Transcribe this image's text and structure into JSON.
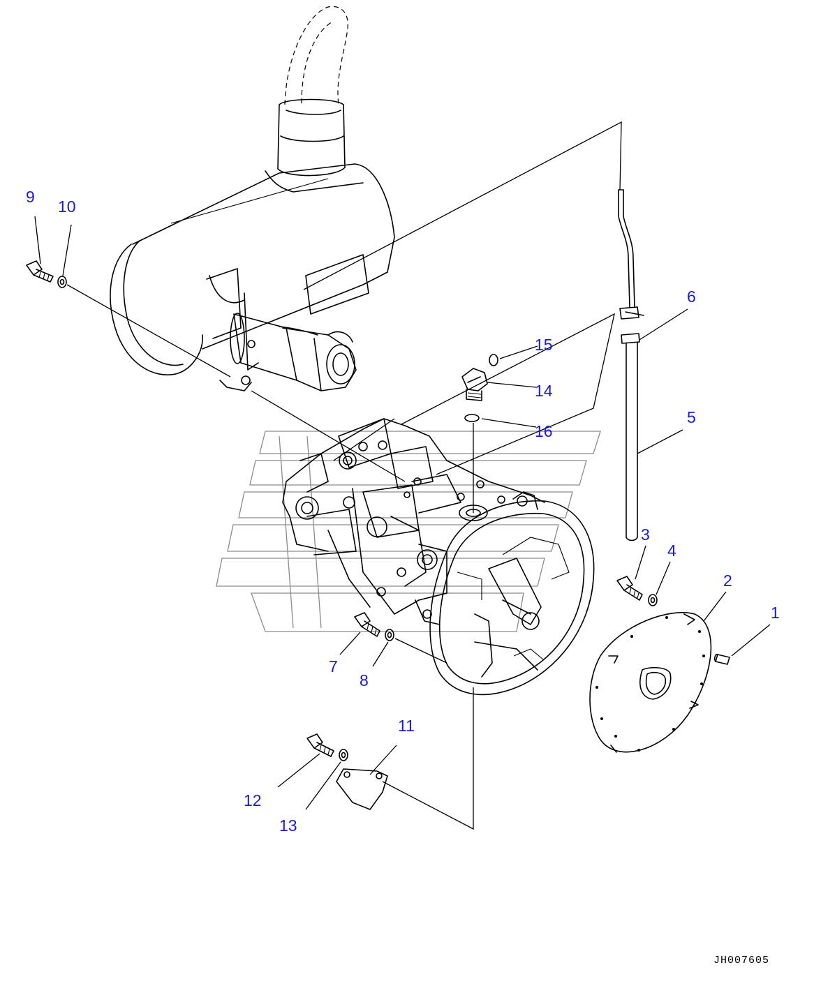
{
  "drawing_code": "JH007605",
  "callouts": [
    "1",
    "2",
    "3",
    "4",
    "5",
    "6",
    "7",
    "8",
    "9",
    "10",
    "11",
    "12",
    "13",
    "14",
    "15",
    "16"
  ],
  "colors": {
    "callout": "#1a1ad6",
    "line": "#000000",
    "watermark": "#8a8a8a"
  }
}
